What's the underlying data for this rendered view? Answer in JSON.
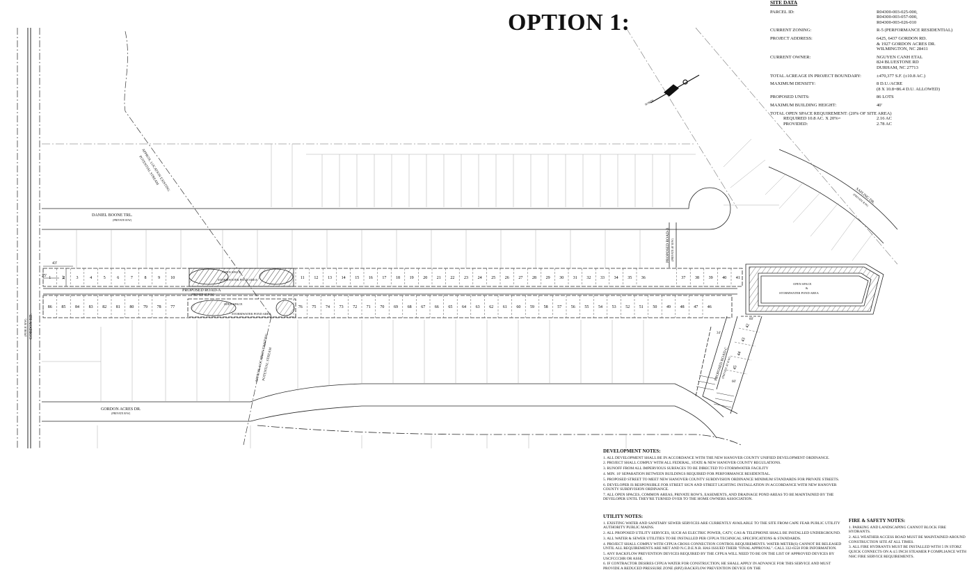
{
  "title": "OPTION 1:",
  "site_data": {
    "heading": "SITE DATA",
    "rows": [
      {
        "label": "PARCEL ID:",
        "value": "R04300-003-025-000,\nR04300-003-057-000,\nR04300-003-026-010"
      },
      {
        "label": "CURRENT ZONING:",
        "value": "R-5 (PERFORMANCE RESIDENTIAL)"
      },
      {
        "label": "PROJECT ADDRESS:",
        "value": "6425, 6437 GORDON RD.\n& 1927 GORDON ACRES DR.\nWILMINGTON, NC 28411"
      },
      {
        "label": "CURRENT OWNER:",
        "value": "NGUYEN CANH ETAL\n824 BLUESTONE RD\nDURHAM, NC 27713"
      },
      {
        "label": "TOTAL ACREAGE IN PROJECT BOUNDARY:",
        "value": "±470,377 S.F. (±10.8 AC.)"
      },
      {
        "label": "MAXIMUM DENSITY:",
        "value": "8  D.U./ACRE\n(8 X 10.8=86.4 D.U. ALLOWED)"
      },
      {
        "label": "PROPOSED UNITS:",
        "value": "86 LOTS"
      },
      {
        "label": "MAXIMUM BUILDING HEIGHT:",
        "value": "40'"
      }
    ],
    "open_space_label": "TOTAL OPEN SPACE REQUIREMENT: (20% OF SITE AREA)",
    "required_label": "REQUIRED 10.8 AC. X 20%=",
    "required_value": "2.16 AC",
    "provided_label": "PROVIDED:",
    "provided_value": "2.78 AC"
  },
  "plan": {
    "roads": {
      "gordon_rd": "GORDON RD.",
      "gordon_rd_sub": "(PUBLIC R/W)",
      "daniel_boone": "DANIEL BOONE TRL.",
      "daniel_boone_sub": "(PRIVATE R/W)",
      "road_a": "PROPOSED ROAD-A",
      "road_a_sub": "(PRIVATE 40' R/W)",
      "road_b": "PROPOSED ROAD-B",
      "road_b_sub": "(PRIVATE 40' R/W)",
      "road_c": "PROPOSED ROAD-C",
      "road_c_sub": "(PRIVATE 40' R/W)",
      "gordon_acres": "GORDON ACRES DR.",
      "gordon_acres_sub": "(PRIVATE R/W)",
      "sapling": "SAPLING DR.",
      "sapling_sub": "(PRIVATE R/W)"
    },
    "stream_label_1": "APPROX. LOCATION EXISTING",
    "stream_label_2": "POTENTIAL STREAM",
    "open_space_1": "OPEN SPACE",
    "open_space_amp": "&",
    "pond_label": "STORMWATER POND AREA",
    "dim_43": "43'",
    "dim_25": "25'",
    "dim_30": "30'",
    "dim_34": "34'",
    "dim_60a": "60'",
    "dim_60b": "60'",
    "scale_label": "NORTH",
    "top_lots": [
      "1",
      "2",
      "3",
      "4",
      "5",
      "6",
      "7",
      "8",
      "9",
      "10",
      "11",
      "12",
      "13",
      "14",
      "15",
      "16",
      "17",
      "18",
      "19",
      "20",
      "21",
      "22",
      "23",
      "24",
      "25",
      "26",
      "27",
      "28",
      "29",
      "30",
      "31",
      "32",
      "33",
      "34",
      "35",
      "36",
      "37",
      "38",
      "39",
      "40",
      "41"
    ],
    "bottom_lots": [
      "86",
      "85",
      "84",
      "83",
      "82",
      "81",
      "80",
      "79",
      "78",
      "77",
      "76",
      "75",
      "74",
      "73",
      "72",
      "71",
      "70",
      "69",
      "68",
      "67",
      "66",
      "65",
      "64",
      "63",
      "62",
      "61",
      "60",
      "59",
      "58",
      "57",
      "56",
      "55",
      "54",
      "53",
      "52",
      "51",
      "50",
      "49",
      "48",
      "47",
      "46"
    ],
    "side_lots": [
      "42",
      "43",
      "44",
      "45"
    ]
  },
  "dev_notes": {
    "heading": "DEVELOPMENT NOTES:",
    "items": [
      "1. ALL DEVELOPMENT SHALL BE IN ACCORDANCE WITH THE NEW HANOVER COUNTY UNIFIED DEVELOPMENT ORDINANCE.",
      "2. PROJECT SHALL COMPLY WITH ALL FEDERAL, STATE & NEW HANOVER COUNTY REGULATIONS.",
      "3. RUNOFF FROM ALL IMPERVIOUS SURFACES TO BE DIRECTED TO STORMWATER FACILITY",
      "4. MIN. 10' SEPARATION BETWEEN BUILDINGS REQUIRED FOR PERFORMANCE RESIDENTIAL.",
      "5. PROPOSED STREET TO MEET NEW HANOVER COUNTY SUBDIVISION ORDINANCE MINIMUM STANDARDS FOR PRIVATE STREETS.",
      "6. DEVELOPER IS RESPONSIBLE FOR STREET SIGN AND STREET LIGHTING INSTALLATION IN ACCORDANCE WITH NEW HANOVER COUNTY SUBDIVISION ORDINANCE.",
      "7. ALL OPEN SPACES, COMMON AREAS, PRIVATE ROW'S, EASEMENTS, AND DRAINAGE POND AREAS TO BE MAINTAINED BY THE DEVELOPER UNTIL THEY'RE TURNED OVER TO THE HOME OWNERS ASSOCIATION."
    ]
  },
  "util_notes": {
    "heading": "UTILITY NOTES:",
    "items": [
      "1.   EXISTING WATER AND SANITARY SEWER SERVICES ARE CURRENTLY AVAILABLE TO THE SITE FROM CAPE FEAR PUBLIC UTILITY AUTHORITY PUBLIC MAINS.",
      "2.   ALL PROPOSED UTILITY SERVICES, SUCH AS ELECTRIC POWER, CATV, GAS & TELEPHONE SHALL BE INSTALLED UNDERGROUND.",
      "3.   ALL WATER & SEWER UTILITIES TO BE INSTALLED PER CFPUA TECHNICAL SPECIFICATIONS & STANDARDS.",
      "4.   PROJECT SHALL COMPLY WITH CFPUA CROSS CONNECTION CONTROL REQUIREMENTS.  WATER METER(S) CANNOT BE RELEASED UNTIL ALL REQUIREMENTS ARE MET AND N.C.D.E.N.R. HAS ISSUED THEIR \"FINAL APPROVAL\". CALL 332-6558 FOR INFORMATION.",
      "5.   ANY BACKFLOW PREVENTION DEVICES REQUIRED BY THE CFPUA WILL NEED TO BE ON THE LIST OF APPROVED DEVICES BY USCFCCCHR OR ASSE.",
      "6.   IF CONTRACTOR DESIRES CFPUA WATER FOR CONSTRUCTION, HE SHALL APPLY IN ADVANCE FOR THIS SERVICE AND MUST PROVIDE A REDUCED PRESSURE ZONE (RPZ) BACKFLOW PREVENTION DEVICE ON THE"
    ]
  },
  "fire_notes": {
    "heading": "FIRE & SAFETY NOTES:",
    "items": [
      "1.   PARKING AND LANDSCAPING CANNOT BLOCK FIRE HYDRANTS.",
      "2.   ALL WEATHER ACCESS ROAD MUST BE MAINTAINED AROUND CONSTRUCTION SITE AT ALL TIMES.",
      "3.   ALL FIRE HYDRANTS MUST BE INSTALLED WITH 5 IN STORZ QUICK CONNECTS ON A 4.5 INCH STEAMER P COMPLIANCE WITH NHC FIRE SERVICE REQUIREMENTS."
    ]
  }
}
